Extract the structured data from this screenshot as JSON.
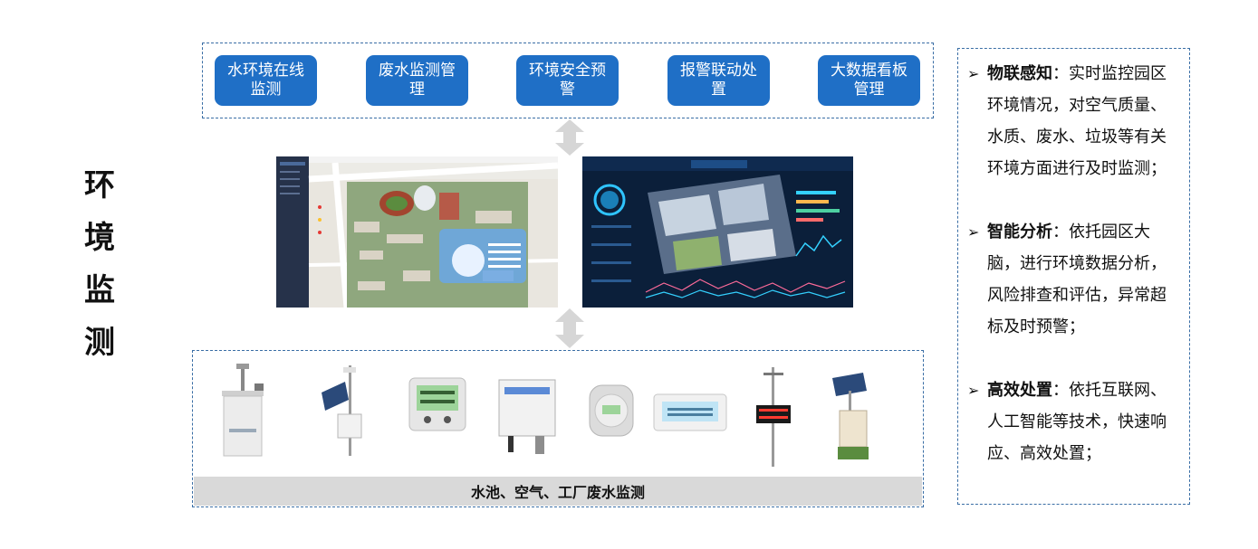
{
  "main_title": [
    "环",
    "境",
    "监",
    "测"
  ],
  "modules": [
    {
      "label": "水环境在线监测"
    },
    {
      "label": "废水监测管理"
    },
    {
      "label": "环境安全预警"
    },
    {
      "label": "报警联动处置"
    },
    {
      "label": "大数据看板管理"
    }
  ],
  "bottom_label": "水池、空气、工厂废水监测",
  "features": [
    {
      "bullet": "➢",
      "name": "物联感知",
      "sep": "：",
      "desc": "实时监控园区环境情况，对空气质量、水质、废水、垃圾等有关环境方面进行及时监测；"
    },
    {
      "bullet": "➢",
      "name": "智能分析",
      "sep": "：",
      "desc": "依托园区大脑，进行环境数据分析，风险排查和评估，异常超标及时预警；"
    },
    {
      "bullet": "➢",
      "name": "高效处置",
      "sep": "：",
      "desc": "依托互联网、人工智能等技术，快速响应、高效处置；"
    }
  ],
  "colors": {
    "module_bg": "#1f6fc6",
    "border": "#3a6ea5",
    "dashboard_bg": "#0b1f3a",
    "arrow": "#d6d6d6"
  },
  "icons": [
    "double-arrow-icon",
    "air-monitor-station-icon",
    "solar-sensor-pole-icon",
    "temperature-humidity-display-icon",
    "wall-sensor-box-icon",
    "round-sensor-icon",
    "lcd-sensor-icon",
    "weather-station-led-icon",
    "solar-water-station-icon"
  ]
}
